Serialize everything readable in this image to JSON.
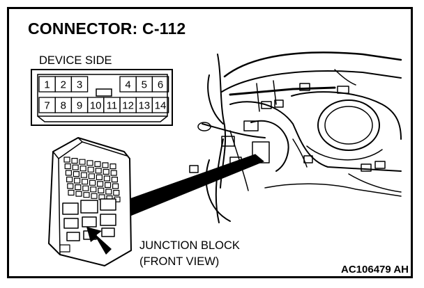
{
  "title": "CONNECTOR: C-112",
  "connector": {
    "side_label": "DEVICE SIDE",
    "top_row": [
      "1",
      "2",
      "3",
      "",
      "",
      "4",
      "5",
      "6"
    ],
    "bottom_row": [
      "7",
      "8",
      "9",
      "10",
      "11",
      "12",
      "13",
      "14"
    ]
  },
  "callout": {
    "line1": "JUNCTION BLOCK",
    "line2": "(FRONT VIEW)"
  },
  "figure_code": "AC106479 AH"
}
